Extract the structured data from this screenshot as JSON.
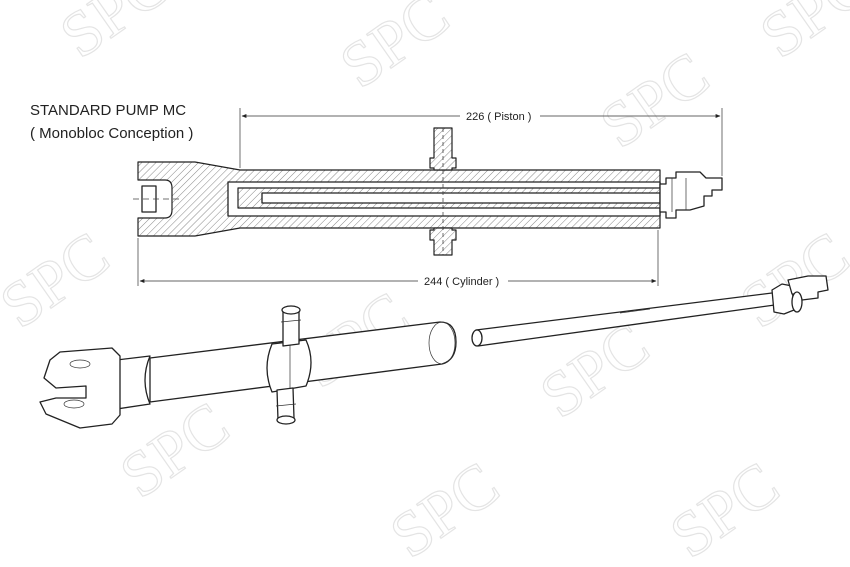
{
  "title": {
    "line1": "STANDARD PUMP MC",
    "line2": "( Monobloc Conception )"
  },
  "dimensions": {
    "piston": "226 ( Piston )",
    "cylinder": "244 ( Cylinder )"
  },
  "watermark": "SPC",
  "colors": {
    "line": "#222222",
    "watermark": "#e4e4e4",
    "background": "#ffffff"
  }
}
